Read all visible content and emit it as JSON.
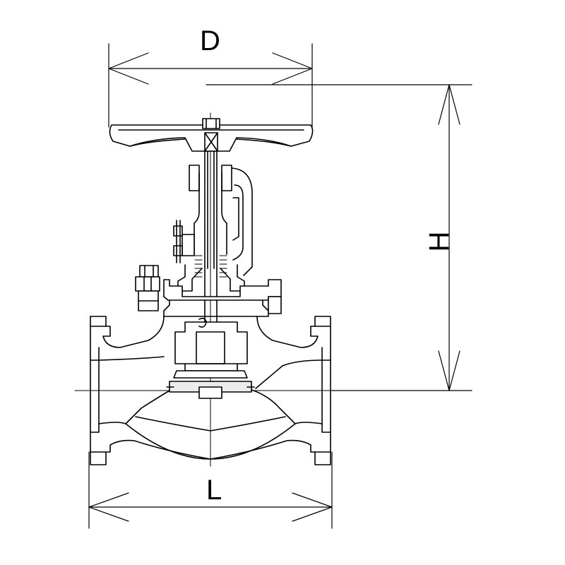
{
  "dimensions": {
    "d_label": "D",
    "h_label": "H",
    "l_label": "L"
  },
  "colors": {
    "line": "#000000",
    "fill": "#ffffff",
    "shade": "#ececec"
  }
}
